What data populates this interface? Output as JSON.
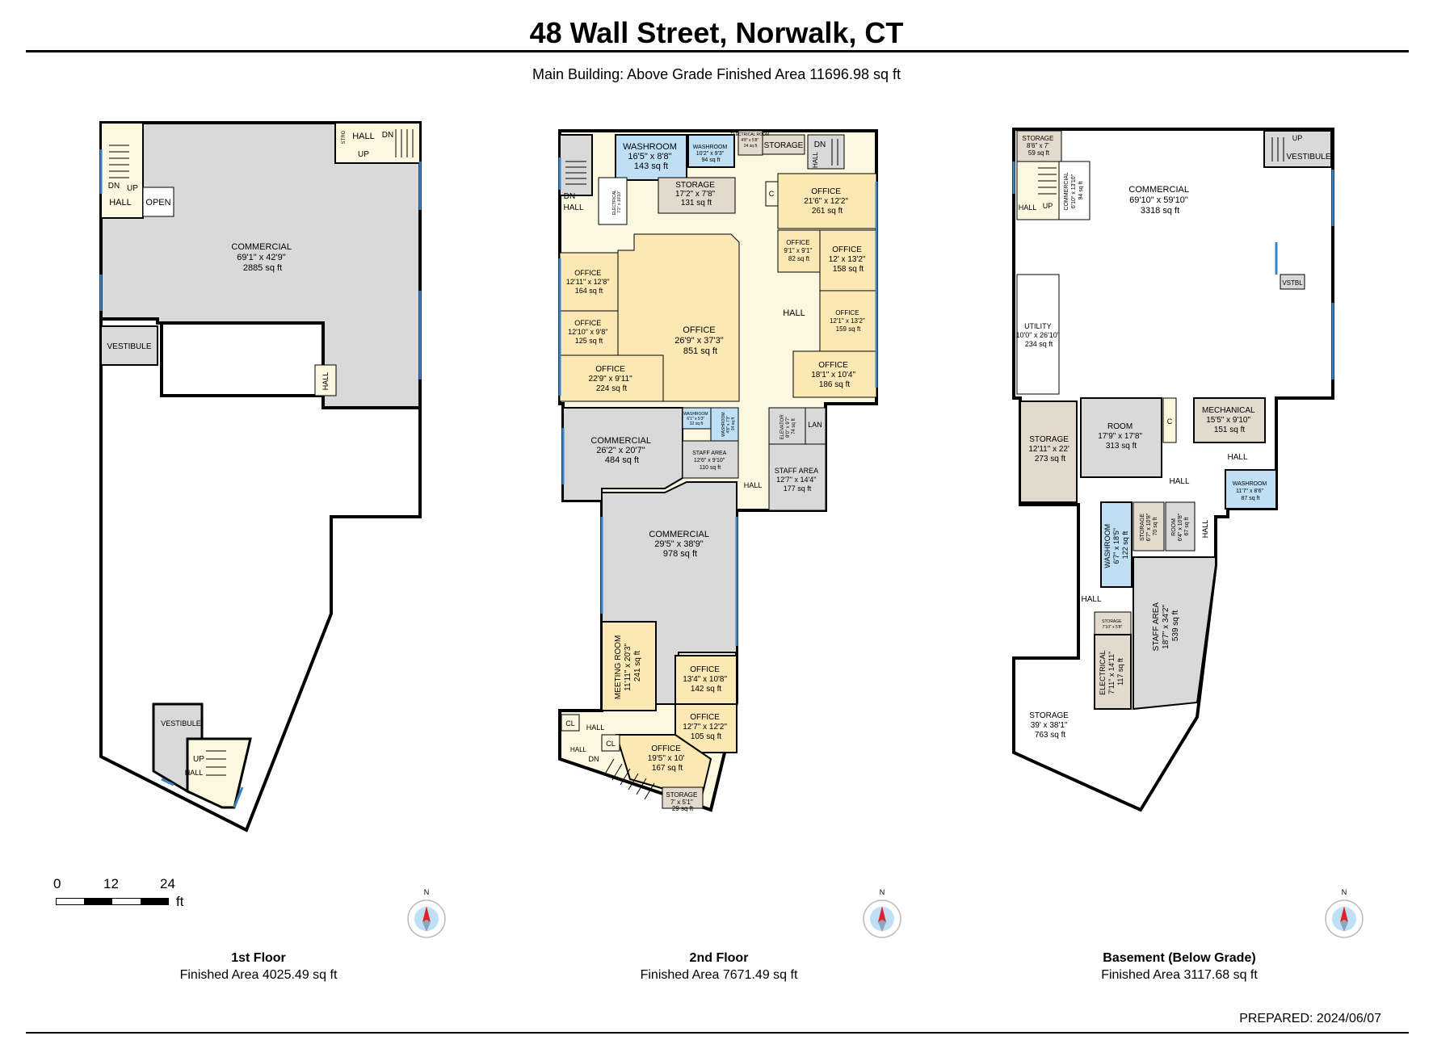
{
  "title": "48 Wall Street, Norwalk, CT",
  "subtitle": "Main Building: Above Grade Finished Area 11696.98 sq ft",
  "prepared": "PREPARED: 2024/06/07",
  "colors": {
    "commercial": "#d9d9d9",
    "office": "#fbe8b4",
    "washroom": "#bfdff5",
    "storage": "#e3d9cd",
    "hall": "#fcf7df",
    "wall": "#000000",
    "window": "#3a82c4",
    "compass_north": "#e0202a"
  },
  "scale_bar": {
    "ticks": [
      "0",
      "12",
      "24"
    ],
    "unit": "ft"
  },
  "compass_label": "N",
  "floors": [
    {
      "name": "1st Floor",
      "area": "Finished Area 4025.49 sq ft",
      "rooms": {
        "commercial": [
          "COMMERCIAL",
          "69'1\" x 42'9\"",
          "2885 sq ft"
        ],
        "vestibule_w": "VESTIBULE",
        "vestibule_s": "VESTIBULE",
        "hall_nw": "HALL",
        "hall_ne": "HALL",
        "hall_mid": "HALL",
        "hall_s": "HALL",
        "open": "OPEN",
        "strg": "STRG",
        "dn1": "DN",
        "up1": "UP",
        "dn2": "DN",
        "up2": "UP",
        "up3": "UP"
      }
    },
    {
      "name": "2nd Floor",
      "area": "Finished Area 7671.49 sq ft",
      "rooms": {
        "washroom1": [
          "WASHROOM",
          "16'5\" x 8'8\"",
          "143 sq ft"
        ],
        "washroom2": [
          "WASHROOM",
          "10'2\" x 9'3\"",
          "94 sq ft"
        ],
        "electrical_room": [
          "ELECTRICAL ROOM",
          "4'8\" x 5'8\"",
          "24 sq ft"
        ],
        "storage_top": "STORAGE",
        "storage1": [
          "STORAGE",
          "17'2\" x 7'8\"",
          "131 sq ft"
        ],
        "electrical1": [
          "ELECTRICAL",
          "7'2\" x 10'10\""
        ],
        "office_a": [
          "OFFICE",
          "21'6\" x 12'2\"",
          "261 sq ft"
        ],
        "office_b": [
          "OFFICE",
          "9'1\" x 9'1\"",
          "82 sq ft"
        ],
        "office_c": [
          "OFFICE",
          "12' x 13'2\"",
          "158 sq ft"
        ],
        "office_d": [
          "OFFICE",
          "12'11\" x 12'8\"",
          "164 sq ft"
        ],
        "office_e": [
          "OFFICE",
          "12'10\" x 9'8\"",
          "125 sq ft"
        ],
        "office_f": [
          "OFFICE",
          "22'9\" x 9'11\"",
          "224 sq ft"
        ],
        "office_g": [
          "OFFICE",
          "26'9\" x 37'3\"",
          "851 sq ft"
        ],
        "office_h": [
          "OFFICE",
          "12'1\" x 13'2\"",
          "159 sq ft"
        ],
        "office_i": [
          "OFFICE",
          "18'1\" x 10'4\"",
          "186 sq ft"
        ],
        "commercial1": [
          "COMMERCIAL",
          "26'2\" x 20'7\"",
          "484 sq ft"
        ],
        "washroom3": [
          "WASHROOM",
          "6'1\" x 5'3\"",
          "32 sq ft"
        ],
        "washroom4": [
          "WASHROOM",
          "4'8\" x 7'3\"",
          "34 sq ft"
        ],
        "staff_area1": [
          "STAFF AREA",
          "12'6\" x 9'10\"",
          "110 sq ft"
        ],
        "elevator": [
          "ELEVATOR",
          "8'0\" x 9'7\"",
          "74 sq ft"
        ],
        "lan": "LAN",
        "staff_area2": [
          "STAFF AREA",
          "12'7\" x 14'4\"",
          "177 sq ft"
        ],
        "commercial2": [
          "COMMERCIAL",
          "29'5\" x 38'9\"",
          "978 sq ft"
        ],
        "meeting_room": [
          "MEETING ROOM",
          "11'11\" x 20'3\"",
          "241 sq ft"
        ],
        "office_j": [
          "OFFICE",
          "13'4\" x 10'8\"",
          "142 sq ft"
        ],
        "office_k": [
          "OFFICE",
          "12'7\" x 12'2\"",
          "105 sq ft"
        ],
        "office_l": [
          "OFFICE",
          "19'5\" x 10'",
          "167 sq ft"
        ],
        "storage_bottom": [
          "STORAGE",
          "7' x 5'1\"",
          "29 sq ft"
        ],
        "hall_center": "HALL",
        "hall_south": "HALL",
        "hall_sw1": "HALL",
        "hall_sw2": "HALL",
        "hall_ne": "HALL",
        "hall_nw": "HALL",
        "cl1": "CL",
        "cl2": "CL",
        "c": "C",
        "dn_a": "DN",
        "dn_b": "DN",
        "dn_c": "DN"
      }
    },
    {
      "name": "Basement (Below Grade)",
      "area": "Finished Area 3117.68 sq ft",
      "rooms": {
        "storage_nw": [
          "STORAGE",
          "8'6\" x 7'",
          "59 sq ft"
        ],
        "commercial_small": [
          "COMMERCIAL",
          "6'10\" x 13'10\"",
          "94 sq ft"
        ],
        "commercial": [
          "COMMERCIAL",
          "69'10\" x 59'10\"",
          "3318 sq ft"
        ],
        "vestibule": "VESTIBULE",
        "vstbl": "VSTBL",
        "utility": [
          "UTILITY",
          "10'0\" x 26'10\"",
          "234 sq ft"
        ],
        "storage_w": [
          "STORAGE",
          "12'11\" x 22'",
          "273 sq ft"
        ],
        "room1": [
          "ROOM",
          "17'9\" x 17'8\"",
          "313 sq ft"
        ],
        "mechanical": [
          "MECHANICAL",
          "15'5\" x 9'10\"",
          "151 sq ft"
        ],
        "washroom1": [
          "WASHROOM",
          "11'7\" x 8'6\"",
          "87 sq ft"
        ],
        "washroom2": [
          "WASHROOM",
          "6'7\" x 18'5\"",
          "122 sq ft"
        ],
        "storage2": [
          "STORAGE",
          "6'7\" x 10'8\"",
          "70 sq ft"
        ],
        "room2": [
          "ROOM",
          "6'4\" x 10'8\"",
          "67 sq ft"
        ],
        "staff_area": [
          "STAFF AREA",
          "18'7\" x 34'2\"",
          "539 sq ft"
        ],
        "storage3": [
          "STORAGE",
          "7'10\" x 5'8\""
        ],
        "electrical": [
          "ELECTRICAL",
          "7'11\" x 14'11\"",
          "117 sq ft"
        ],
        "storage_s": [
          "STORAGE",
          "39' x 38'1\"",
          "763 sq ft"
        ],
        "hall_a": "HALL",
        "hall_b": "HALL",
        "hall_c": "HALL",
        "hall_d": "HALL",
        "hall_e": "HALL",
        "c": "C",
        "up1": "UP",
        "up2": "UP"
      }
    }
  ]
}
